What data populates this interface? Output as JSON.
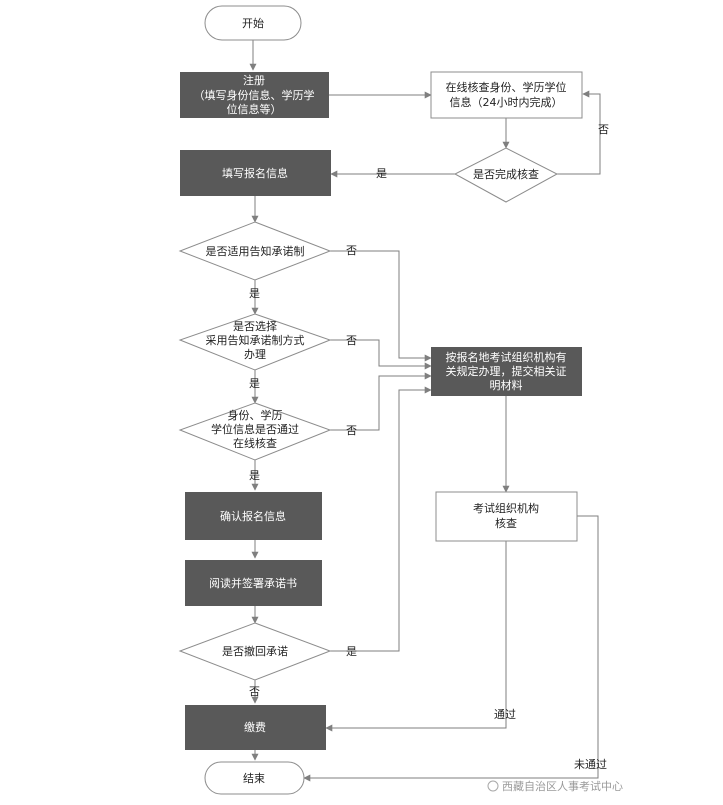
{
  "nodes": {
    "start": "开始",
    "register": [
      "注册",
      "（填写身份信息、学历学",
      "位信息等）"
    ],
    "online_check": [
      "在线核查身份、学历学位",
      "信息（24小时内完成）"
    ],
    "check_done": "是否完成核查",
    "fill_info": "填写报名信息",
    "apply_notice": "是否适用告知承诺制",
    "choose_notice": [
      "是否选择",
      "采用告知承诺制方式",
      "办理"
    ],
    "passed_online": [
      "身份、学历",
      "学位信息是否通过",
      "在线核查"
    ],
    "submit_materials": [
      "按报名地考试组织机构有",
      "关规定办理，提交相关证",
      "明材料"
    ],
    "confirm_info": "确认报名信息",
    "read_sign": "阅读并签署承诺书",
    "exam_review": [
      "考试组织机构",
      "核查"
    ],
    "withdraw": "是否撤回承诺",
    "pay": "缴费",
    "end": "结束"
  },
  "edge_labels": {
    "yes": "是",
    "no": "否",
    "pass": "通过",
    "fail": "未通过"
  },
  "watermark": "西藏自治区人事考试中心",
  "colors": {
    "dark_box": "#595959",
    "line": "#7f7f7f",
    "border": "#8c8c8c"
  }
}
